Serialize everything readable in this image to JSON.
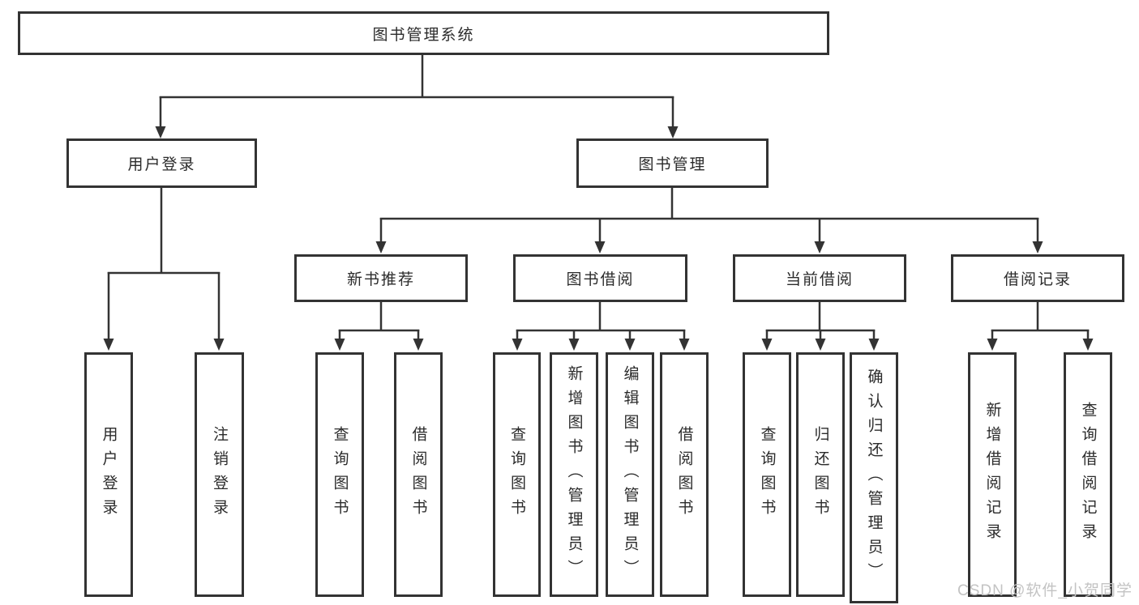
{
  "diagram": {
    "root": {
      "label": "图书管理系统"
    },
    "branches": [
      {
        "label": "用户登录",
        "children": [
          {
            "label": "用户登录"
          },
          {
            "label": "注销登录"
          }
        ]
      },
      {
        "label": "图书管理",
        "children": [
          {
            "label": "新书推荐",
            "children": [
              {
                "label": "查询图书"
              },
              {
                "label": "借阅图书"
              }
            ]
          },
          {
            "label": "图书借阅",
            "children": [
              {
                "label": "查询图书"
              },
              {
                "label": "新增图书（管理员）"
              },
              {
                "label": "编辑图书（管理员）"
              },
              {
                "label": "借阅图书"
              }
            ]
          },
          {
            "label": "当前借阅",
            "children": [
              {
                "label": "查询图书"
              },
              {
                "label": "归还图书"
              },
              {
                "label": "确认归还（管理员）"
              }
            ]
          },
          {
            "label": "借阅记录",
            "children": [
              {
                "label": "新增借阅记录"
              },
              {
                "label": "查询借阅记录"
              }
            ]
          }
        ]
      }
    ]
  },
  "watermark": {
    "text": "CSDN @软件_小贺同学"
  },
  "colors": {
    "line": "#333333",
    "box_border": "#333333",
    "text": "#2b2b2b",
    "watermark": "#c3c3c3",
    "background": "#ffffff"
  }
}
